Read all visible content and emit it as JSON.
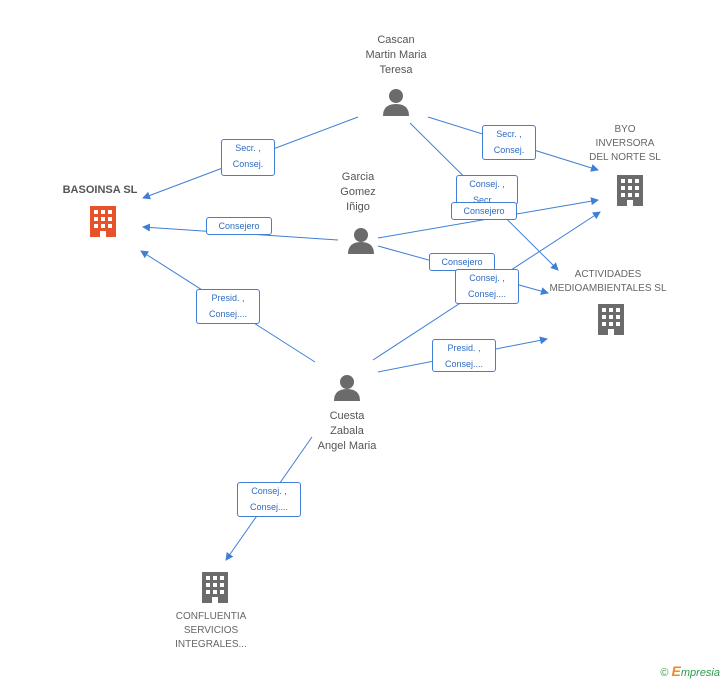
{
  "nodes": {
    "cascan": {
      "label": "Cascan\nMartin Maria\nTeresa",
      "type": "person"
    },
    "garcia": {
      "label": "Garcia\nGomez\nIñigo",
      "type": "person"
    },
    "cuesta": {
      "label": "Cuesta\nZabala\nAngel Maria",
      "type": "person"
    },
    "basoinsa": {
      "label": "BASOINSA SL",
      "type": "company",
      "color": "#e8522a"
    },
    "byo": {
      "label": "BYO\nINVERSORA\nDEL NORTE SL",
      "type": "company",
      "color": "#6b6b6b"
    },
    "actividades": {
      "label": "ACTIVIDADES\nMEDIOAMBIENTALES SL",
      "type": "company",
      "color": "#6b6b6b"
    },
    "confluentia": {
      "label": "CONFLUENTIA\nSERVICIOS\nINTEGRALES...",
      "type": "company",
      "color": "#6b6b6b"
    }
  },
  "roles": {
    "cascan_basoinsa": "Secr. ,\nConsej.",
    "cascan_byo": "Secr. ,\nConsej.",
    "cascan_actividades": "Consej. ,\nSecr....",
    "garcia_basoinsa": "Consejero",
    "garcia_byo": "Consejero",
    "garcia_actividades": "Consejero",
    "cuesta_actividades_top": "Consej. ,\nConsej....",
    "cuesta_basoinsa": "Presid. ,\nConsej....",
    "cuesta_actividades": "Presid. ,\nConsej....",
    "cuesta_confluentia": "Consej. ,\nConsej...."
  },
  "colors": {
    "edge": "#3f7fd6",
    "person_icon": "#6b6b6b",
    "main_company": "#e8522a",
    "company": "#6b6b6b"
  },
  "brand": {
    "copyright": "©",
    "name_first": "E",
    "name_rest": "mpresia"
  }
}
